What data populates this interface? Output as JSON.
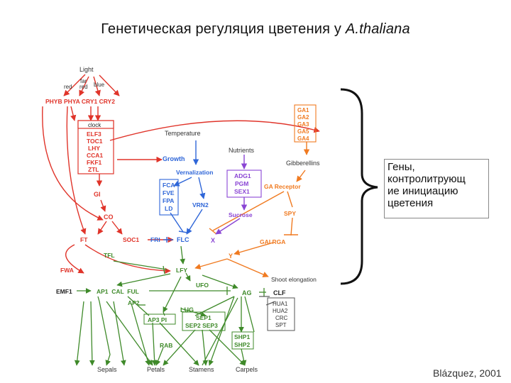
{
  "title": {
    "main": "Генетическая регуляция цветения у ",
    "species": "A.thaliana"
  },
  "colors": {
    "red": "#e0342a",
    "orange": "#f07a20",
    "green": "#3f8a2a",
    "blue": "#2f66d8",
    "purple": "#8a45d4",
    "gray": "#555555",
    "dark": "#222222"
  },
  "labels": {
    "light": "Light",
    "far_red": "far\nred",
    "red": "red",
    "blue_light": "blue",
    "photoreceptors": "PHYB PHYA CRY1 CRY2",
    "clock": "clock",
    "clock_genes": "ELF3\nTOC1\nLHY\nCCA1\nFKF1\nZTL",
    "temperature": "Temperature",
    "nutrients": "Nutrients",
    "gibberellins": "Gibberellins",
    "growth": "Growth",
    "vernalization": "Vernalization",
    "autonomous": "FCA\nFVE\nFPA\nLD",
    "vrn2": "VRN2",
    "sugar": "ADG1\nPGM\nSEX1",
    "sucrose": "Sucrose",
    "ga_genes": "GA1\nGA2\nGA3\nGA5\nGA4",
    "ga_receptor": "GA Receptor",
    "spy": "SPY",
    "gai": "GAI RGA",
    "gi": "GI",
    "co": "CO",
    "ft": "FT",
    "soc1": "SOC1",
    "fri": "FRI",
    "flc": "FLC",
    "x": "X",
    "y": "Y",
    "tfl": "TFL",
    "fwa": "FWA",
    "lfy": "LFY",
    "ufo": "UFO",
    "shoot": "Shoot elongation",
    "emf1": "EMF1",
    "ap1": "AP1  CAL  FUL",
    "ag": "AG",
    "clf": "CLF",
    "ap2": "AP2",
    "lug": "LUG",
    "hua": "HUA1\nHUA2\nCRC\nSPT",
    "ap3": "AP3 PI",
    "sep": "SEP1\nSEP2 SEP3",
    "shp": "SHP1\nSHP2",
    "rab": "RAB",
    "sepals": "Sepals",
    "petals": "Petals",
    "stamens": "Stamens",
    "carpels": "Carpels"
  },
  "note": "Гены,\nконтролитрующ\nие инициацию\nцветения",
  "credit": "Blázquez, 2001"
}
